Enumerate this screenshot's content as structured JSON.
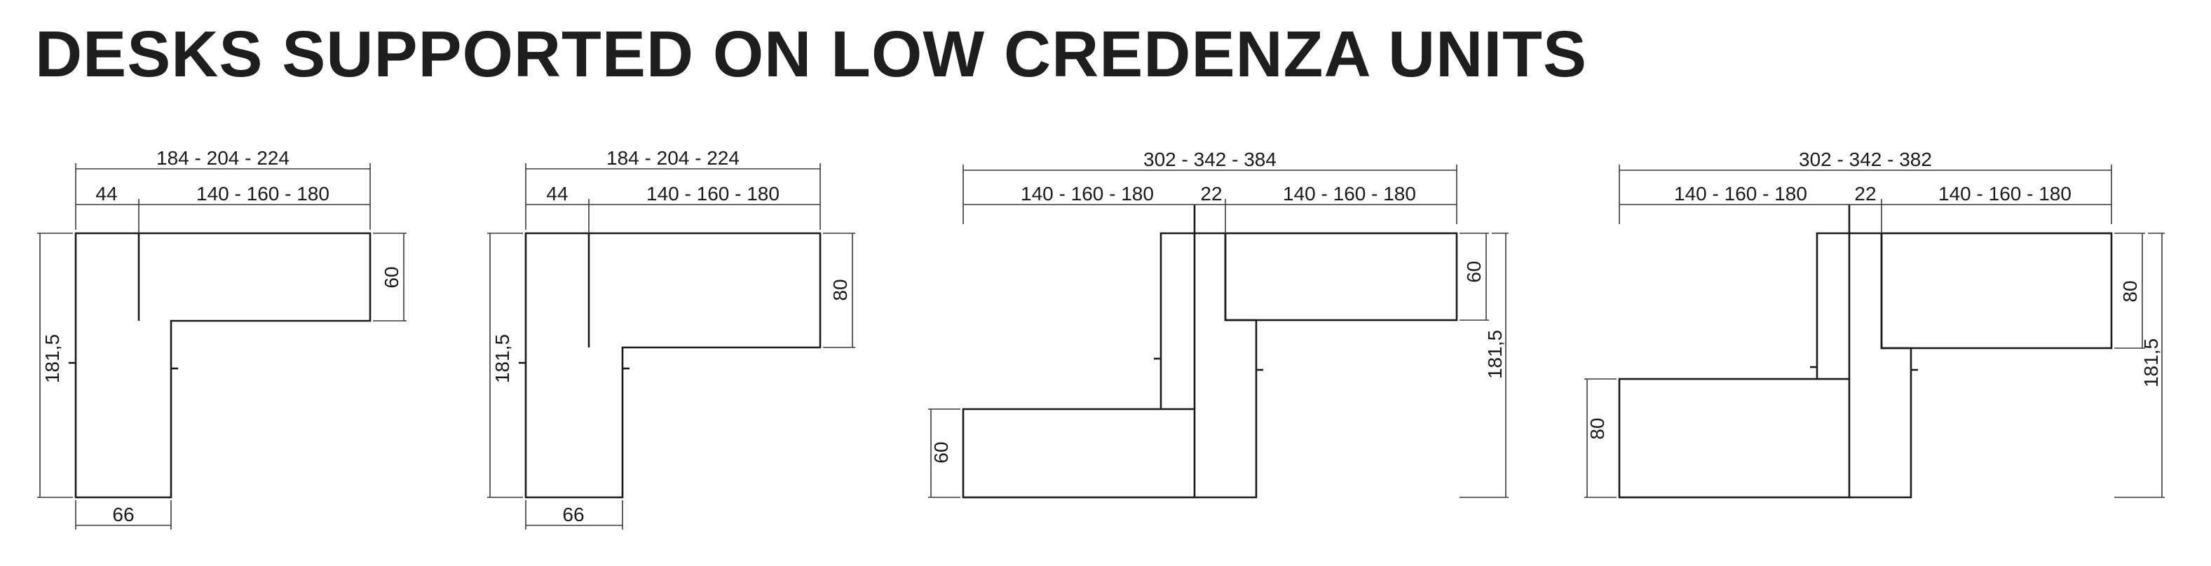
{
  "title": "DESKS SUPPORTED ON LOW CREDENZA UNITS",
  "diagrams": [
    {
      "total_width": "184 - 204 - 224",
      "left_width": "44",
      "desk_width": "140 - 160 - 180",
      "desk_depth": "60",
      "total_length": "181,5",
      "return_width": "66"
    },
    {
      "total_width": "184 - 204 - 224",
      "left_width": "44",
      "desk_width": "140 - 160 - 180",
      "desk_depth": "80",
      "total_length": "181,5",
      "return_width": "66"
    },
    {
      "total_width": "302 - 342 - 384",
      "left_desk_width": "140 - 160 - 180",
      "gap": "22",
      "right_desk_width": "140 - 160 - 180",
      "right_desk_depth": "60",
      "total_length": "181,5",
      "left_desk_depth": "60"
    },
    {
      "total_width": "302 - 342 - 382",
      "left_desk_width": "140 - 160 - 180",
      "gap": "22",
      "right_desk_width": "140 - 160 - 180",
      "right_desk_depth": "80",
      "total_length": "181,5",
      "left_desk_depth": "80"
    }
  ]
}
